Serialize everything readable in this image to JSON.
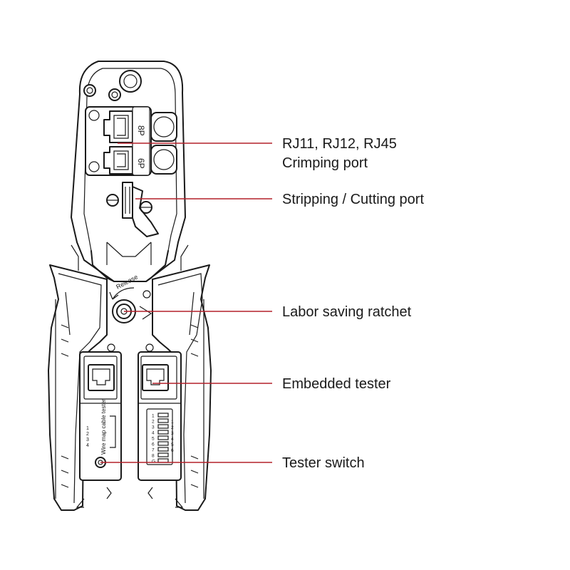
{
  "tool": {
    "die_labels": [
      "8P",
      "6P"
    ],
    "release_label": "Release",
    "tester_caption": "Wire map cable tester",
    "left_pin_numbers": [
      "1",
      "2",
      "3",
      "4"
    ],
    "right_pin_numbers": [
      "1",
      "2",
      "3",
      "4",
      "5",
      "6",
      "7",
      "8",
      "G"
    ],
    "switch_numbers": [
      "1",
      "2",
      "3",
      "4",
      "5",
      "6"
    ]
  },
  "callouts": [
    {
      "id": "crimping-port",
      "lines": [
        "RJ11, RJ12, RJ45",
        "Crimping port"
      ]
    },
    {
      "id": "stripping-cutting-port",
      "lines": [
        "Stripping / Cutting port"
      ]
    },
    {
      "id": "labor-saving-ratchet",
      "lines": [
        "Labor saving ratchet"
      ]
    },
    {
      "id": "embedded-tester",
      "lines": [
        "Embedded tester"
      ]
    },
    {
      "id": "tester-switch",
      "lines": [
        "Tester switch"
      ]
    }
  ],
  "colors": {
    "leader": "#b3202a",
    "outline": "#1a1a1a",
    "text": "#1a1a1a"
  }
}
